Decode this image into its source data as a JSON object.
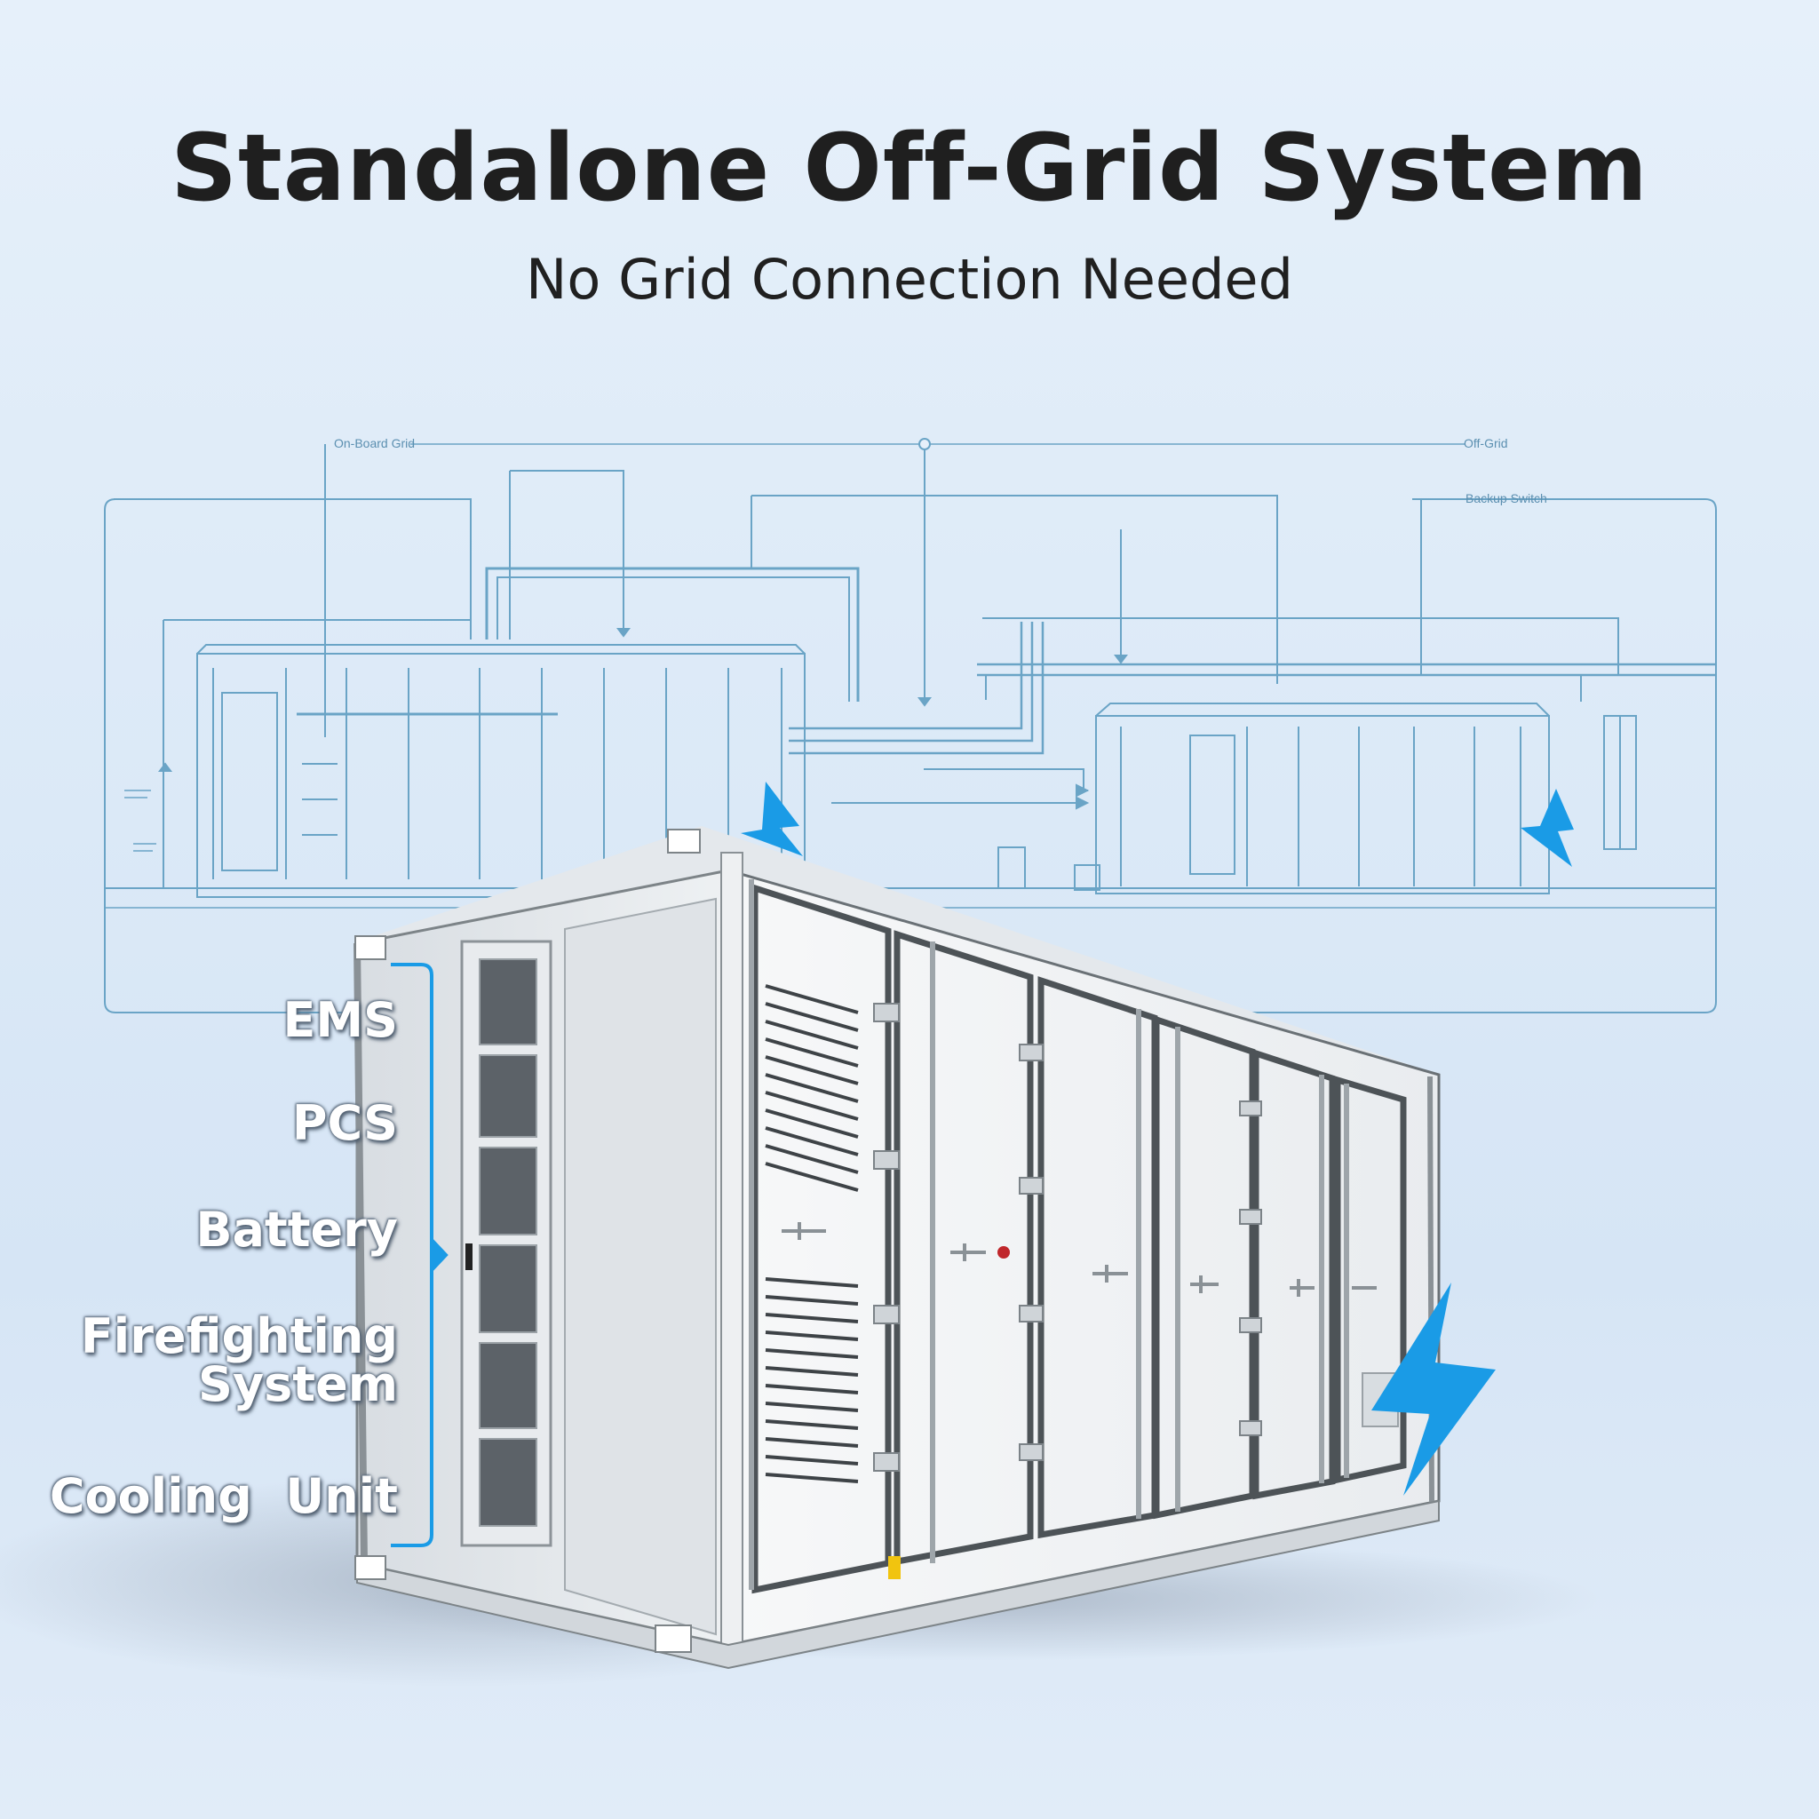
{
  "header": {
    "title": "Standalone Off-Grid System",
    "subtitle": "No Grid Connection Needed"
  },
  "blueprint": {
    "labels": [
      "On-Board Grid",
      "Off-Grid",
      "Backup Switch"
    ]
  },
  "components": [
    {
      "label": "EMS"
    },
    {
      "label": "PCS"
    },
    {
      "label": "Battery"
    },
    {
      "label": "Firefighting\nSystem"
    },
    {
      "label": "Cooling  Unit"
    }
  ],
  "colors": {
    "accent": "#1a9be6",
    "blueprint_line": "#6aa4c6",
    "title": "#1f1f1f",
    "container_body": "#f2f4f5",
    "container_frame": "#5a5f63"
  },
  "icons": [
    "lightning-bolt-icon",
    "lightning-bolt-icon",
    "lightning-bolt-icon"
  ]
}
